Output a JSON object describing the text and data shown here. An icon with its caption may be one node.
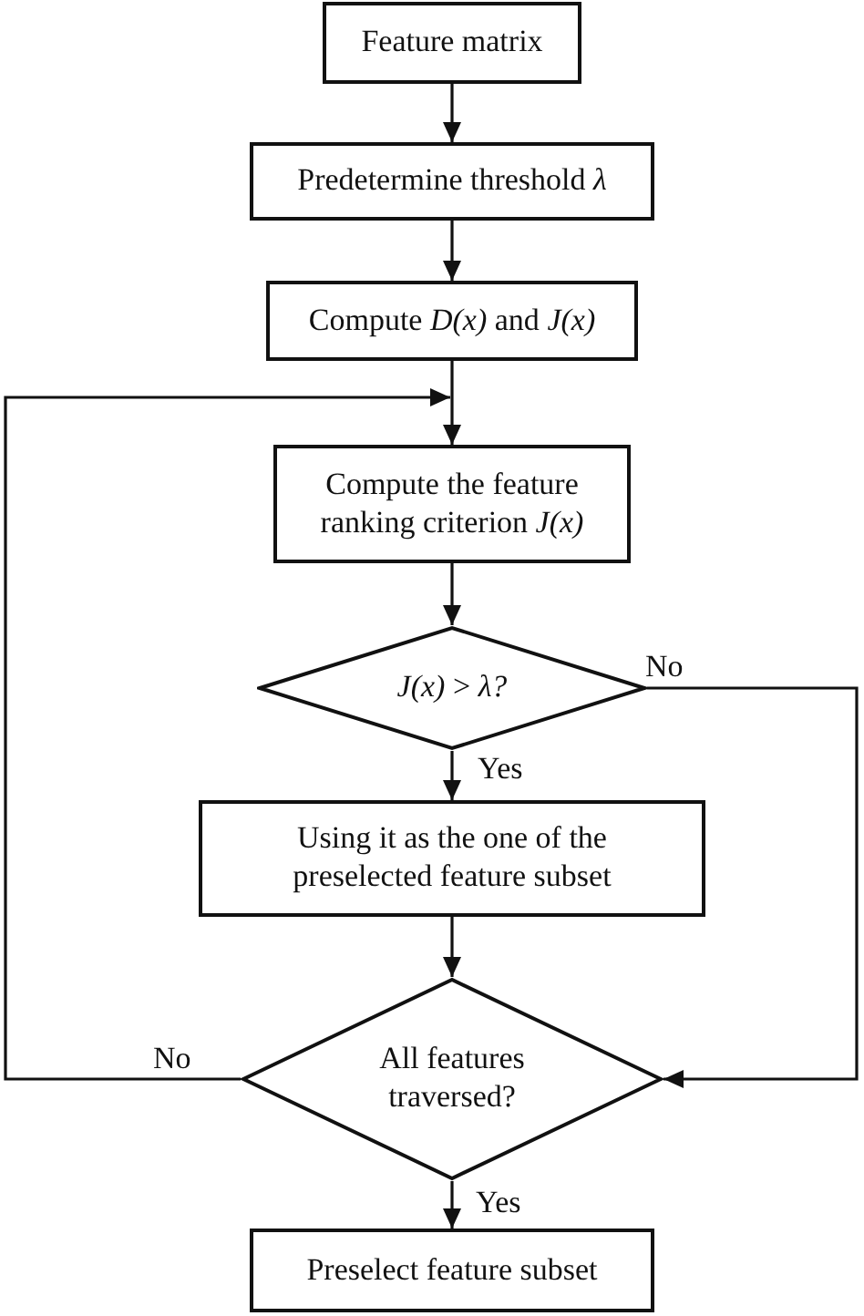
{
  "diagram": {
    "nodes": [
      {
        "text": [
          "Feature matrix"
        ]
      },
      {
        "text": [
          "Predetermine threshold *λ*"
        ]
      },
      {
        "text": [
          "Compute *D(x)* and *J(x)*"
        ]
      },
      {
        "text": [
          "Compute the feature ranking criterion *J(x)*"
        ]
      },
      {
        "text": [
          "*J(x)* > *λ?*"
        ]
      },
      {
        "text": [
          "Using it as the one of the preselected feature subset"
        ]
      },
      {
        "text": [
          "All features traversed?"
        ]
      },
      {
        "text": [
          "Preselect feature subset"
        ]
      }
    ],
    "edges": [
      {
        "from": 0,
        "to": 1,
        "arrow": "to"
      },
      {
        "from": 1,
        "to": 2,
        "arrow": "to"
      },
      {
        "from": 2,
        "to": 3,
        "arrow": "to"
      },
      {
        "from": 3,
        "to": 4,
        "arrow": "to"
      },
      {
        "from": 4,
        "to": 5,
        "arrow": "to",
        "label": "Yes"
      },
      {
        "from": 4,
        "to": 6,
        "arrow": "to",
        "label": "No"
      },
      {
        "from": 5,
        "to": 6,
        "arrow": "to"
      },
      {
        "from": 6,
        "to": 3,
        "arrow": "to",
        "label": "No"
      },
      {
        "from": 6,
        "to": 7,
        "arrow": "to",
        "label": "Yes"
      }
    ]
  }
}
